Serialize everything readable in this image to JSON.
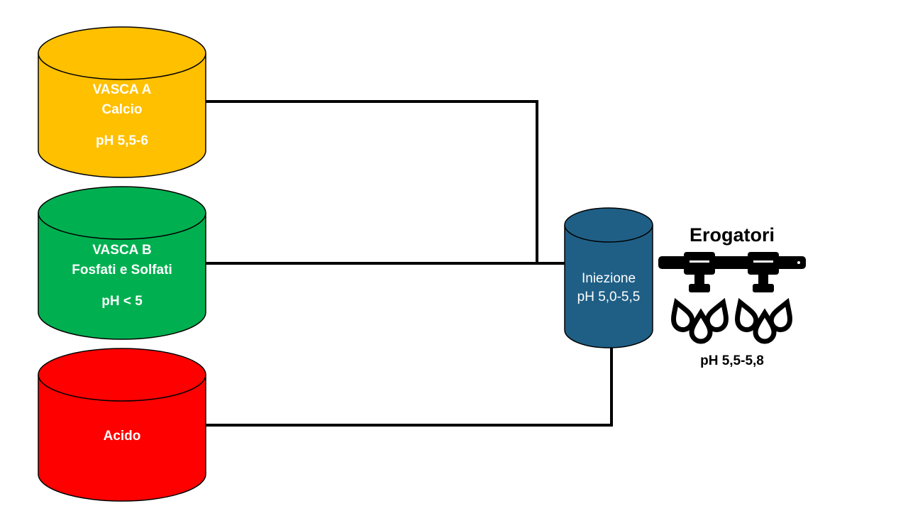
{
  "tanks": [
    {
      "id": "vasca-a",
      "lines": [
        "VASCA A",
        "Calcio",
        "pH 5,5-6"
      ],
      "fill": "#FFC000"
    },
    {
      "id": "vasca-b",
      "lines": [
        "VASCA B",
        "Fosfati e Solfati",
        "pH < 5"
      ],
      "fill": "#00B050"
    },
    {
      "id": "acido",
      "lines": [
        "Acido"
      ],
      "fill": "#FF0000"
    }
  ],
  "injector": {
    "lines": [
      "Iniezione",
      "pH 5,0-5,5"
    ],
    "fill": "#1F5F86"
  },
  "emitters": {
    "title": "Erogatori",
    "ph": "pH 5,5-5,8"
  },
  "colors": {
    "outline": "#000000",
    "pipe": "#000000",
    "text": "#ffffff"
  }
}
